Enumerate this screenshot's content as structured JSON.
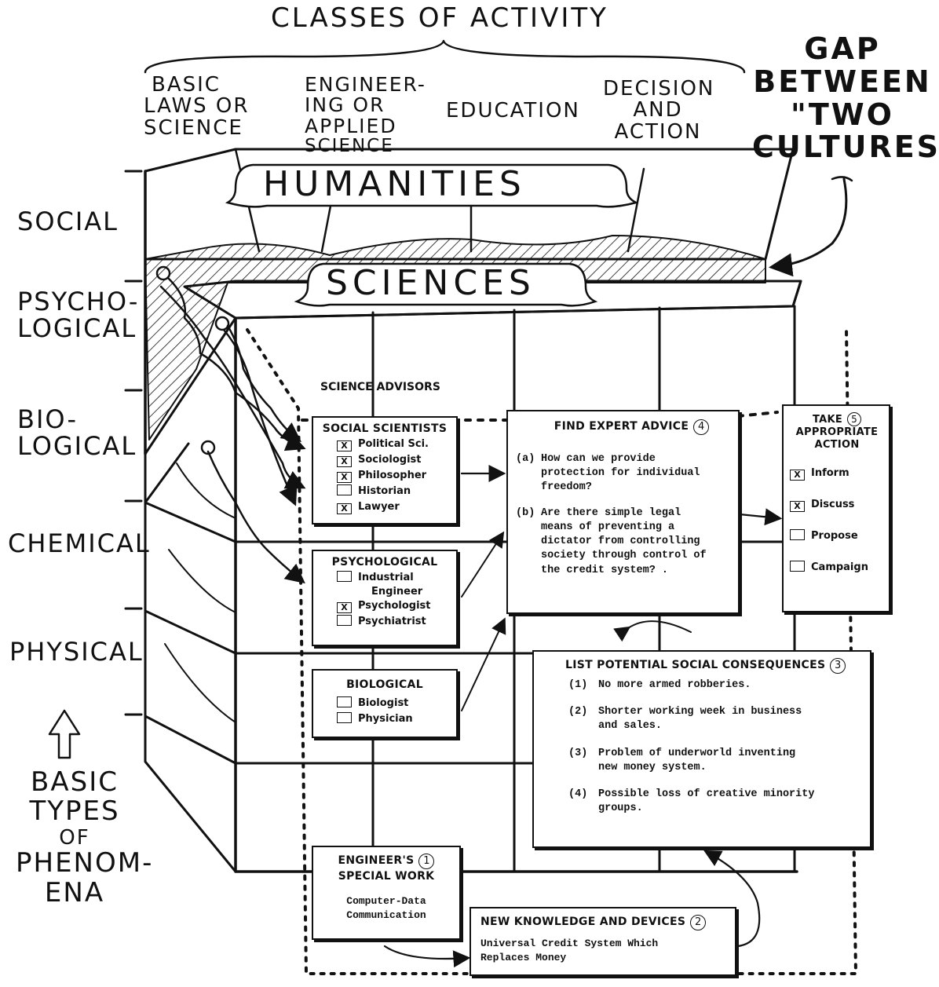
{
  "header": {
    "title": "CLASSES OF ACTIVITY",
    "columns": [
      [
        "BASIC",
        "LAWS OR",
        "SCIENCE"
      ],
      [
        "ENGINEER-",
        "ING OR",
        "APPLIED",
        "SCIENCE"
      ],
      [
        "EDUCATION"
      ],
      [
        "DECISION",
        "AND",
        "ACTION"
      ]
    ]
  },
  "gap_label": [
    "GAP",
    "BETWEEN",
    "\"TWO",
    "CULTURES\""
  ],
  "banners": {
    "humanities": "HUMANITIES",
    "sciences": "SCIENCES"
  },
  "phenomena": {
    "levels": [
      [
        "SOCIAL"
      ],
      [
        "PSYCHO-",
        "LOGICAL"
      ],
      [
        "BIO-",
        "LOGICAL"
      ],
      [
        "CHEMICAL"
      ],
      [
        "PHYSICAL"
      ]
    ],
    "axis_label": [
      "BASIC",
      "TYPES",
      "OF",
      "PHENOM-",
      "ENA"
    ]
  },
  "science_advisors": "SCIENCE ADVISORS",
  "social_scientists": {
    "title": "SOCIAL SCIENTISTS",
    "items": [
      {
        "label": "Political Sci.",
        "checked": "X"
      },
      {
        "label": "Sociologist",
        "checked": "X"
      },
      {
        "label": "Philosopher",
        "checked": "X"
      },
      {
        "label": "Historian",
        "checked": ""
      },
      {
        "label": "Lawyer",
        "checked": "X"
      }
    ]
  },
  "psychological": {
    "title": "PSYCHOLOGICAL",
    "items": [
      {
        "label": "Industrial",
        "label2": "Engineer",
        "checked": ""
      },
      {
        "label": "Psychologist",
        "checked": "X"
      },
      {
        "label": "Psychiatrist",
        "checked": ""
      }
    ]
  },
  "biological": {
    "title": "BIOLOGICAL",
    "items": [
      {
        "label": "Biologist",
        "checked": ""
      },
      {
        "label": "Physician",
        "checked": ""
      }
    ]
  },
  "expert_advice": {
    "title": "FIND EXPERT ADVICE",
    "step": "4",
    "questions": [
      {
        "tag": "(a)",
        "lines": [
          "How can we provide",
          "protection for individual",
          "freedom?"
        ]
      },
      {
        "tag": "(b)",
        "lines": [
          "Are there simple legal",
          "means of preventing a",
          "dictator from controlling",
          "society through control of",
          "the credit system? ."
        ]
      }
    ]
  },
  "take_action": {
    "title_lines": [
      "TAKE",
      "APPROPRIATE",
      "ACTION"
    ],
    "step": "5",
    "items": [
      {
        "label": "Inform",
        "checked": "X"
      },
      {
        "label": "Discuss",
        "checked": "X"
      },
      {
        "label": "Propose",
        "checked": ""
      },
      {
        "label": "Campaign",
        "checked": ""
      }
    ]
  },
  "consequences": {
    "title": "LIST POTENTIAL SOCIAL CONSEQUENCES",
    "step": "3",
    "items": [
      {
        "tag": "(1)",
        "lines": [
          "No more armed robberies."
        ]
      },
      {
        "tag": "(2)",
        "lines": [
          "Shorter working week in business",
          "and sales."
        ]
      },
      {
        "tag": "(3)",
        "lines": [
          "Problem of underworld inventing",
          "new money system."
        ]
      },
      {
        "tag": "(4)",
        "lines": [
          "Possible loss of creative minority",
          "groups."
        ]
      }
    ]
  },
  "engineers_work": {
    "title_lines": [
      "ENGINEER'S",
      "SPECIAL WORK"
    ],
    "step": "1",
    "body_lines": [
      "Computer-Data",
      "Communication"
    ]
  },
  "new_knowledge": {
    "title": "NEW KNOWLEDGE AND DEVICES",
    "step": "2",
    "body_lines": [
      "Universal Credit System Which",
      "Replaces Money"
    ]
  }
}
